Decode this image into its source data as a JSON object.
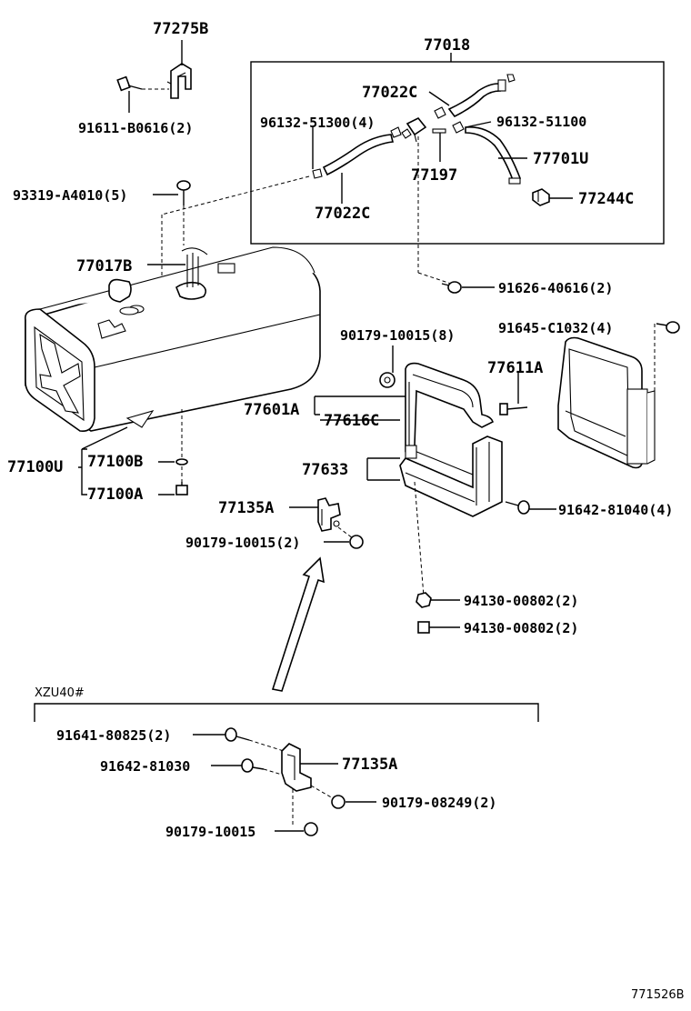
{
  "labels": {
    "p77275B": "77275B",
    "p91611": "91611-B0616(2)",
    "p93319": "93319-A4010(5)",
    "p77018": "77018",
    "p77022C_top": "77022C",
    "p96132_51300": "96132-51300(4)",
    "p96132_51100": "96132-51100",
    "p77197": "77197",
    "p77701U": "77701U",
    "p77022C_bot": "77022C",
    "p77244C": "77244C",
    "p77017B": "77017B",
    "p91626": "91626-40616(2)",
    "p91645": "91645-C1032(4)",
    "p90179_8": "90179-10015(8)",
    "p77611A": "77611A",
    "p77601A": "77601A",
    "p77616C": "77616C",
    "p77100U": "77100U",
    "p77100B": "77100B",
    "p77100A": "77100A",
    "p77633": "77633",
    "p77135A_top": "77135A",
    "p91642_81040": "91642-81040(4)",
    "p90179_2": "90179-10015(2)",
    "p94130_a": "94130-00802(2)",
    "p94130_b": "94130-00802(2)",
    "variant": "XZU40#",
    "p91641": "91641-80825(2)",
    "p91642_81030": "91642-81030",
    "p77135A_bot": "77135A",
    "p90179_08249": "90179-08249(2)",
    "p90179_10015": "90179-10015",
    "figure_code": "771526B"
  }
}
